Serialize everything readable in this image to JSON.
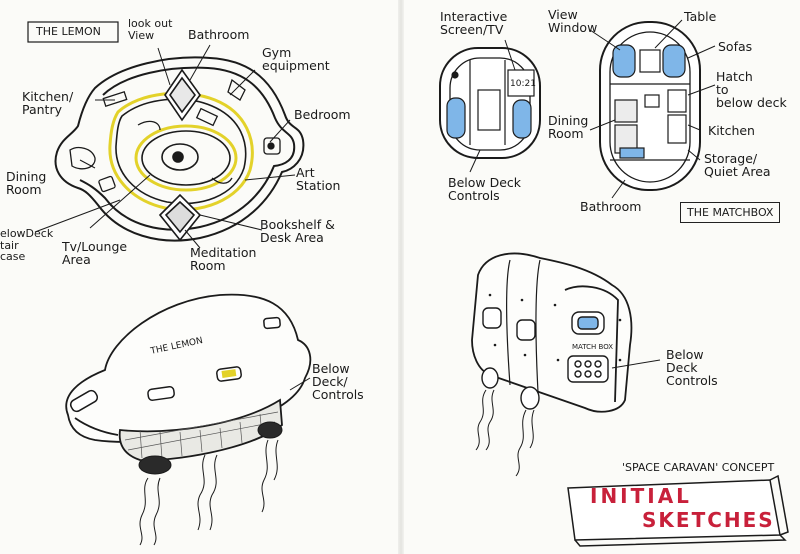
{
  "lemon": {
    "title": "THE LEMON",
    "labels": {
      "look_out_view": "look out\nView",
      "bathroom": "Bathroom",
      "gym": "Gym\nequipment",
      "kitchen": "Kitchen/\nPantry",
      "bedroom": "Bedroom",
      "dining": "Dining\nRoom",
      "art": "Art\nStation",
      "below_deck_stair": "elowDeck\ntair\ncase",
      "tv_lounge": "Tv/Lounge\nArea",
      "bookshelf": "Bookshelf &\nDesk Area",
      "meditation": "Meditation\nRoom"
    },
    "ship_name": "THE LEMON",
    "below_deck_controls": "Below\nDeck/\nControls"
  },
  "matchbox": {
    "title": "THE MATCHBOX",
    "labels": {
      "interactive": "Interactive\nScreen/TV",
      "view_window": "View\nWindow",
      "table": "Table",
      "sofas": "Sofas",
      "hatch": "Hatch\nto\nbelow deck",
      "dining": "Dining\nRoom",
      "kitchen": "Kitchen",
      "storage": "Storage/\nQuiet Area",
      "below_deck_controls": "Below Deck\nControls",
      "bathroom": "Bathroom"
    },
    "clock": "10:21",
    "ship_name": "MATCH BOX",
    "below_deck_controls": "Below\nDeck\nControls"
  },
  "concept": {
    "subtitle": "'SPACE CARAVAN' CONCEPT",
    "title_line1": "INITIAL",
    "title_line2": "SKETCHES",
    "title_color": "#c8203a"
  },
  "colors": {
    "ink": "#1b1b1b",
    "yellow": "#e3d22a",
    "blue": "#7fb6e8",
    "paper": "#fbfbf8"
  }
}
